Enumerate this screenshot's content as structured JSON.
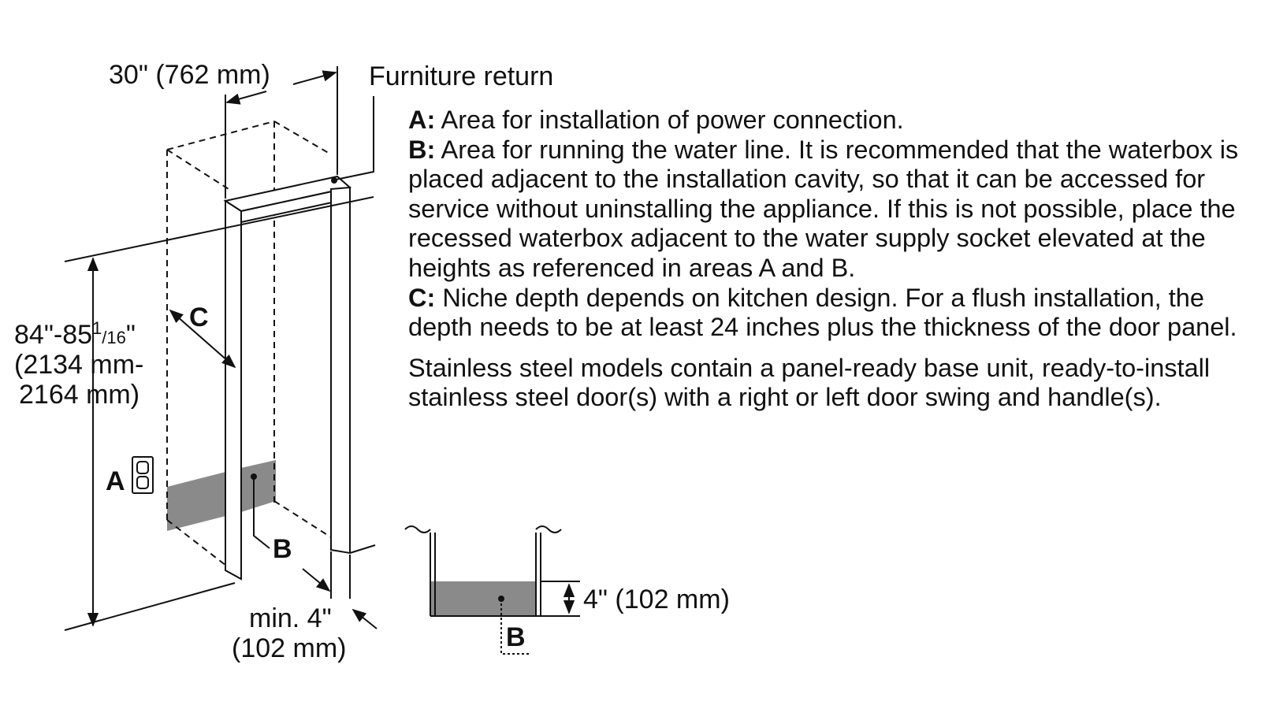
{
  "labels": {
    "width": "30\" (762 mm)",
    "furniture_return": "Furniture return",
    "height_line1_a": "84\"-85",
    "height_sup": "1",
    "height_sub": "/16",
    "height_line1_b": "\"",
    "height_line2": "(2134 mm-",
    "height_line3": "2164 mm)",
    "min_line1": "min. 4\"",
    "min_line2": "(102 mm)",
    "area_a": "A",
    "area_b": "B",
    "area_c": "C",
    "detail_height": "4\" (102 mm)",
    "detail_b": "B"
  },
  "notes": {
    "a_key": "A:",
    "a_text": " Area for installation of power connection.",
    "b_key": "B:",
    "b_text": " Area for running the water line. It is recommended that the waterbox is placed adjacent to the installation cavity, so that it can be accessed for service without uninstalling the appliance. If this is not possible, place the recessed waterbox adjacent to the water supply socket elevated at the heights as referenced in areas A and B.",
    "c_key": "C:",
    "c_text": " Niche depth depends on kitchen design. For a flush installation, the depth needs to be at least 24 inches plus the thickness of the door panel.",
    "stainless": "Stainless steel models contain a panel-ready base unit, ready-to-install stainless steel door(s) with a right or left door swing and handle(s)."
  },
  "colors": {
    "line": "#111111",
    "water_zone": "#8a8a8a"
  }
}
